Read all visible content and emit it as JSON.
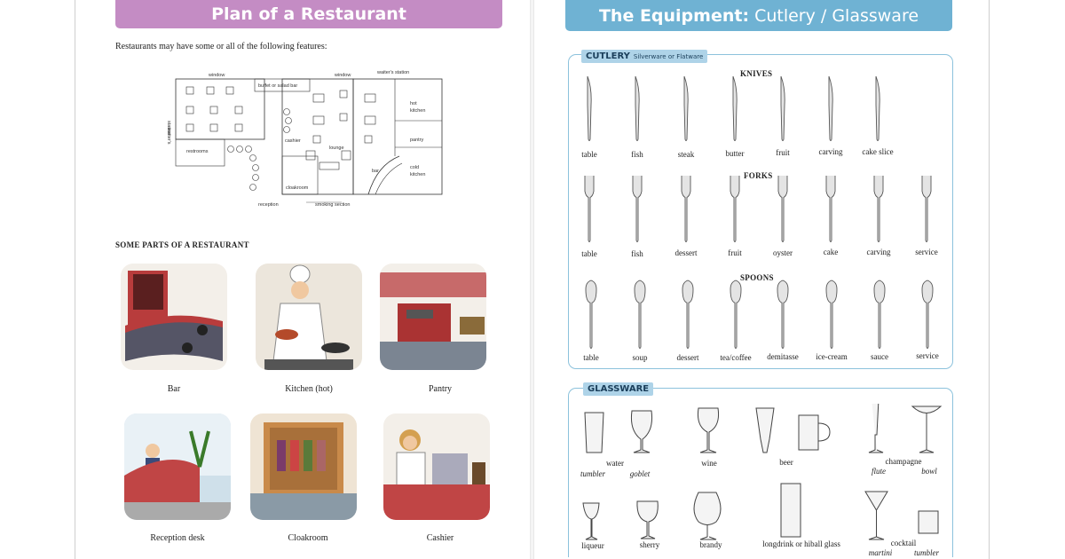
{
  "left": {
    "title": "Plan of a Restaurant",
    "intro": "Restaurants may have some or all of the following features:",
    "plan_labels": {
      "window1": "window",
      "window2": "window",
      "waiters_station_top": "waiter's station",
      "buffet": "buffet or salad bar",
      "hot_kitchen_1": "hot",
      "hot_kitchen_2": "kitchen",
      "pantry": "pantry",
      "cold_kitchen_1": "cold",
      "cold_kitchen_2": "kitchen",
      "waiters_station_side_1": "waiter's",
      "waiters_station_side_2": "station",
      "restrooms": "restrooms",
      "cashier": "cashier",
      "lounge": "lounge",
      "bar": "bar",
      "cloakroom": "cloakroom",
      "reception": "reception",
      "smoking": "smoking section"
    },
    "section_heading": "SOME PARTS OF A RESTAURANT",
    "parts": [
      "Bar",
      "Kitchen (hot)",
      "Pantry",
      "Reception desk",
      "Cloakroom",
      "Cashier"
    ]
  },
  "right": {
    "title_bold": "The Equipment:",
    "title_light": "Cutlery / Glassware",
    "cutlery_tag": "CUTLERY",
    "cutlery_sub": "Silverware or Flatware",
    "knives_title": "KNIVES",
    "knives": [
      "table",
      "fish",
      "steak",
      "butter",
      "fruit",
      "carving",
      "cake slice"
    ],
    "forks_title": "FORKS",
    "forks": [
      "table",
      "fish",
      "dessert",
      "fruit",
      "oyster",
      "cake",
      "carving",
      "service"
    ],
    "spoons_title": "SPOONS",
    "spoons": [
      "table",
      "soup",
      "dessert",
      "tea/coffee",
      "demitasse",
      "ice-cream",
      "sauce",
      "service"
    ],
    "glassware_tag": "GLASSWARE",
    "glass_labels": {
      "water": "water",
      "tumbler": "tumbler",
      "goblet": "goblet",
      "wine": "wine",
      "beer": "beer",
      "champagne": "champagne",
      "flute": "flute",
      "bowl": "bowl",
      "liqueur": "liqueur",
      "sherry": "sherry",
      "brandy": "brandy",
      "longdrink": "longdrink or hiball glass",
      "cocktail": "cocktail",
      "martini": "martini",
      "tumbler2": "tumbler"
    }
  }
}
